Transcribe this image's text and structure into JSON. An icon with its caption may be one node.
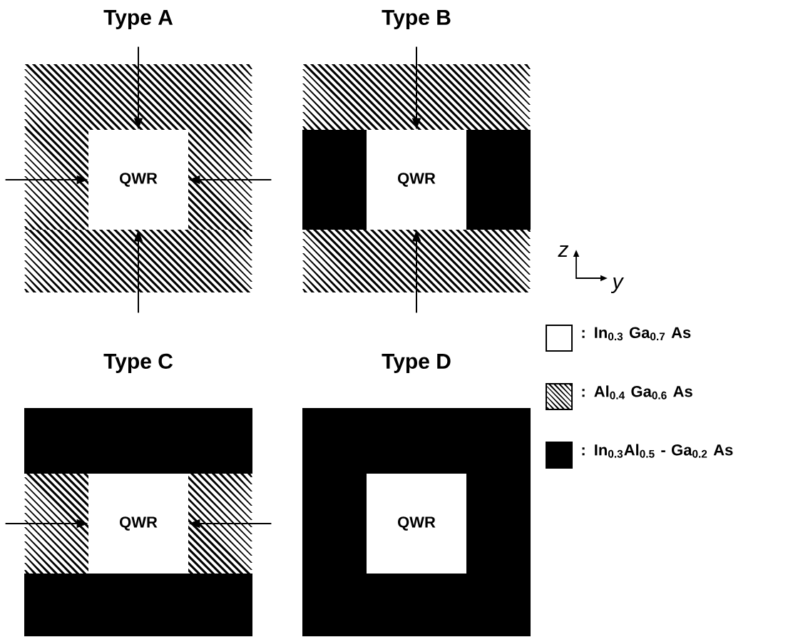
{
  "diagram": {
    "nodes": [
      {
        "text": [
          "Type A"
        ]
      },
      {
        "text": [
          "QWR"
        ],
        "in": 0
      },
      {
        "text": [
          "Type B"
        ]
      },
      {
        "text": [
          "QWR"
        ],
        "in": 2
      },
      {
        "text": [
          "Type C"
        ]
      },
      {
        "text": [
          "QWR"
        ],
        "in": 4
      },
      {
        "text": [
          "Type D"
        ]
      },
      {
        "text": [
          "QWR"
        ],
        "in": 6
      }
    ],
    "edges": [
      {
        "from": null,
        "to": 1,
        "arrow": "to"
      },
      {
        "from": null,
        "to": 1,
        "arrow": "to"
      },
      {
        "from": null,
        "to": 1,
        "arrow": "to"
      },
      {
        "from": null,
        "to": 1,
        "arrow": "to"
      },
      {
        "from": null,
        "to": 3,
        "arrow": "to"
      },
      {
        "from": null,
        "to": 3,
        "arrow": "to"
      },
      {
        "from": null,
        "to": 5,
        "arrow": "to"
      },
      {
        "from": null,
        "to": 5,
        "arrow": "to"
      }
    ],
    "labels": [
      "z",
      "y"
    ],
    "legend": [
      {
        "text": ": In$_{0.3}$ Ga$_{0.7}$ As"
      },
      {
        "text": ": Al$_{0.4}$ Ga$_{0.6}$ As"
      },
      {
        "text": ": In$_{0.3}$Al$_{0.5}$ - Ga$_{0.2}$ As",
        "color": "#000000"
      }
    ]
  }
}
